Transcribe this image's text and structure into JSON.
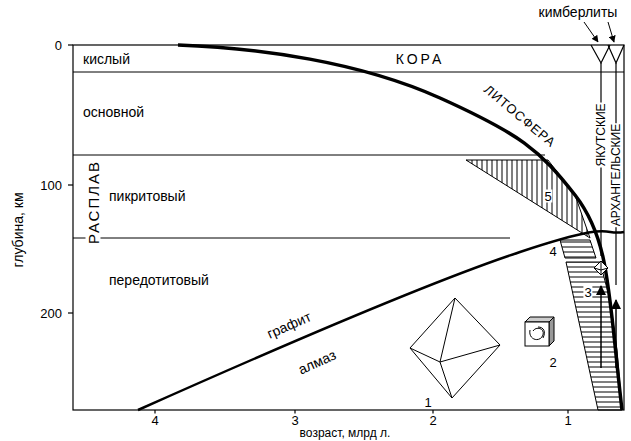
{
  "diagram": {
    "labels": [
      "кимберлиты",
      "0",
      "100",
      "200",
      "глубина, км",
      "кислый",
      "КОРА",
      "основной",
      "пикритовый",
      "передотитовый",
      "РАСПЛАВ",
      "ЛИТОСФЕРА",
      "ЯКУТСКИЕ",
      "АРХАНГЕЛЬСКИЕ",
      "5",
      "4",
      "графит",
      "алмаз",
      "1",
      "2",
      "3",
      "4",
      "3",
      "2",
      "1",
      "возраст, млрд л."
    ]
  }
}
